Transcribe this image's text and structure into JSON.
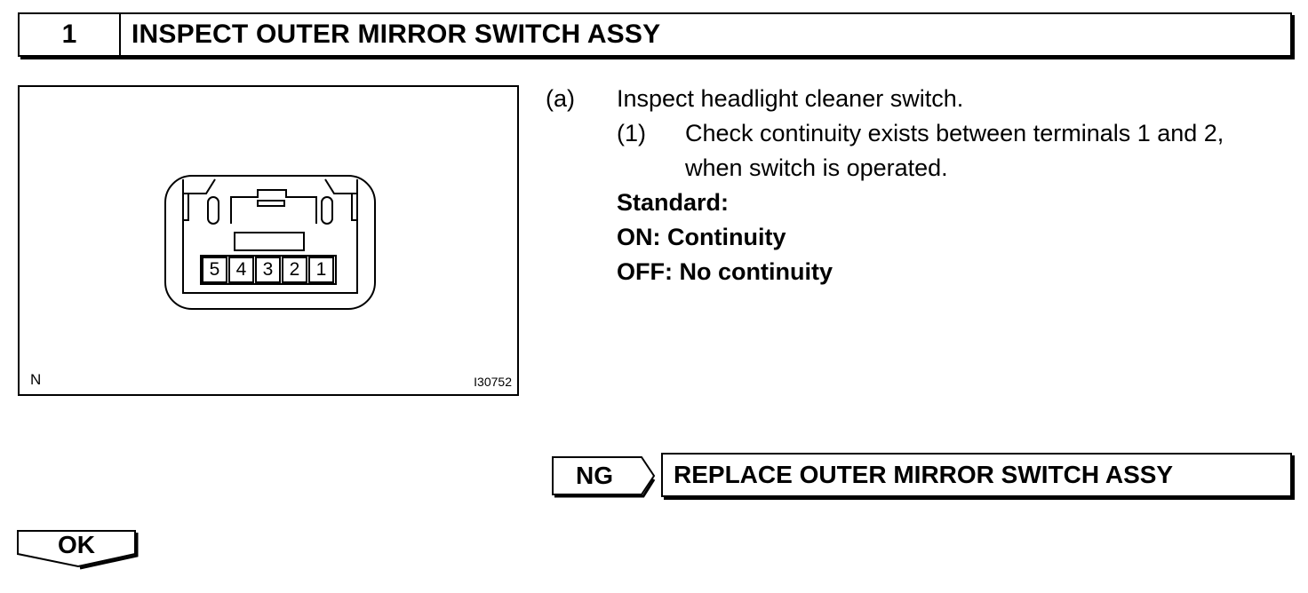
{
  "step": {
    "number": "1",
    "title": "INSPECT OUTER MIRROR SWITCH ASSY"
  },
  "figure": {
    "view_label": "N",
    "figure_id": "I30752",
    "pins": [
      "5",
      "4",
      "3",
      "2",
      "1"
    ]
  },
  "instructions": {
    "item_a_marker": "(a)",
    "item_a_text": "Inspect headlight cleaner switch.",
    "sub_1_marker": "(1)",
    "sub_1_line1": "Check continuity exists between terminals 1 and 2,",
    "sub_1_line2": "when switch is operated.",
    "standard_label": "Standard:",
    "on_spec": "ON: Continuity",
    "off_spec": "OFF: No continuity"
  },
  "branches": {
    "ng_label": "NG",
    "ng_action": "REPLACE OUTER MIRROR SWITCH ASSY",
    "ok_label": "OK"
  },
  "colors": {
    "ink": "#000000",
    "paper": "#ffffff"
  }
}
